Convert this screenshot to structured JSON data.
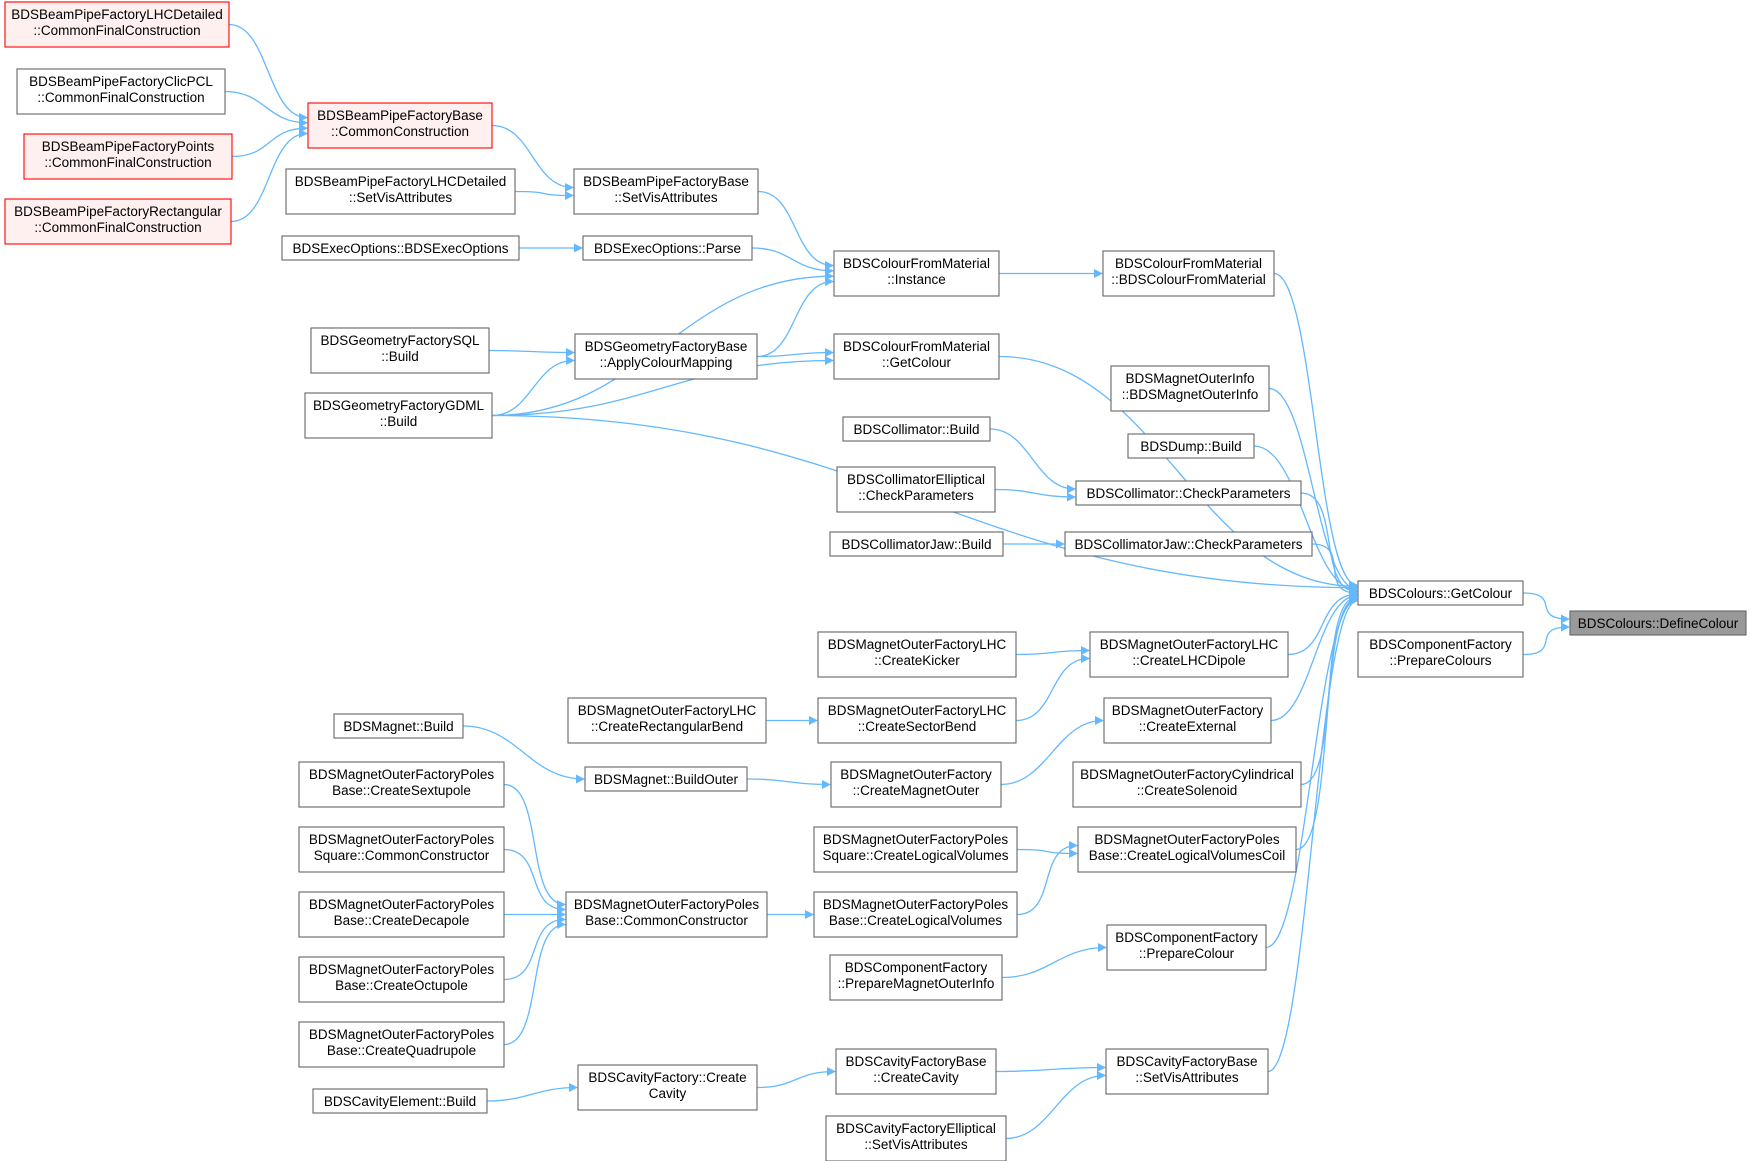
{
  "colors": {
    "edge": "#63b8ff",
    "node_border": "#666666",
    "red_border": "#ff0000",
    "red_fill": "#fff0f0",
    "root_fill": "#999999"
  },
  "nodes": [
    {
      "id": "n1",
      "lines": [
        "BDSBeamPipeFactoryLHCDetailed",
        "::CommonFinalConstruction"
      ],
      "style": "red"
    },
    {
      "id": "n2",
      "lines": [
        "BDSBeamPipeFactoryClicPCL",
        "::CommonFinalConstruction"
      ],
      "style": "normal"
    },
    {
      "id": "n3",
      "lines": [
        "BDSBeamPipeFactoryPoints",
        "::CommonFinalConstruction"
      ],
      "style": "red"
    },
    {
      "id": "n4",
      "lines": [
        "BDSBeamPipeFactoryRectangular",
        "::CommonFinalConstruction"
      ],
      "style": "red"
    },
    {
      "id": "n5",
      "lines": [
        "BDSBeamPipeFactoryBase",
        "::CommonConstruction"
      ],
      "style": "red"
    },
    {
      "id": "n6",
      "lines": [
        "BDSBeamPipeFactoryLHCDetailed",
        "::SetVisAttributes"
      ],
      "style": "normal"
    },
    {
      "id": "n7",
      "lines": [
        "BDSBeamPipeFactoryBase",
        "::SetVisAttributes"
      ],
      "style": "normal"
    },
    {
      "id": "n8",
      "lines": [
        "BDSExecOptions::BDSExecOptions"
      ],
      "style": "normal"
    },
    {
      "id": "n9",
      "lines": [
        "BDSExecOptions::Parse"
      ],
      "style": "normal"
    },
    {
      "id": "n10",
      "lines": [
        "BDSColourFromMaterial",
        "::Instance"
      ],
      "style": "normal"
    },
    {
      "id": "n11",
      "lines": [
        "BDSColourFromMaterial",
        "::BDSColourFromMaterial"
      ],
      "style": "normal"
    },
    {
      "id": "n12",
      "lines": [
        "BDSGeometryFactorySQL",
        "::Build"
      ],
      "style": "normal"
    },
    {
      "id": "n13",
      "lines": [
        "BDSGeometryFactoryBase",
        "::ApplyColourMapping"
      ],
      "style": "normal"
    },
    {
      "id": "n14",
      "lines": [
        "BDSColourFromMaterial",
        "::GetColour"
      ],
      "style": "normal"
    },
    {
      "id": "n15",
      "lines": [
        "BDSGeometryFactoryGDML",
        "::Build"
      ],
      "style": "normal"
    },
    {
      "id": "n16",
      "lines": [
        "BDSMagnetOuterInfo",
        "::BDSMagnetOuterInfo"
      ],
      "style": "normal"
    },
    {
      "id": "n17",
      "lines": [
        "BDSCollimator::Build"
      ],
      "style": "normal"
    },
    {
      "id": "n18",
      "lines": [
        "BDSDump::Build"
      ],
      "style": "normal"
    },
    {
      "id": "n19",
      "lines": [
        "BDSCollimatorElliptical",
        "::CheckParameters"
      ],
      "style": "normal"
    },
    {
      "id": "n20",
      "lines": [
        "BDSCollimator::CheckParameters"
      ],
      "style": "normal"
    },
    {
      "id": "n21",
      "lines": [
        "BDSCollimatorJaw::Build"
      ],
      "style": "normal"
    },
    {
      "id": "n22",
      "lines": [
        "BDSCollimatorJaw::CheckParameters"
      ],
      "style": "normal"
    },
    {
      "id": "n23",
      "lines": [
        "BDSColours::GetColour"
      ],
      "style": "normal"
    },
    {
      "id": "n24",
      "lines": [
        "BDSColours::DefineColour"
      ],
      "style": "root"
    },
    {
      "id": "n25",
      "lines": [
        "BDSComponentFactory",
        "::PrepareColours"
      ],
      "style": "normal"
    },
    {
      "id": "n26",
      "lines": [
        "BDSMagnetOuterFactoryLHC",
        "::CreateKicker"
      ],
      "style": "normal"
    },
    {
      "id": "n27",
      "lines": [
        "BDSMagnetOuterFactoryLHC",
        "::CreateLHCDipole"
      ],
      "style": "normal"
    },
    {
      "id": "n28",
      "lines": [
        "BDSMagnetOuterFactoryLHC",
        "::CreateRectangularBend"
      ],
      "style": "normal"
    },
    {
      "id": "n29",
      "lines": [
        "BDSMagnetOuterFactoryLHC",
        "::CreateSectorBend"
      ],
      "style": "normal"
    },
    {
      "id": "n30",
      "lines": [
        "BDSMagnetOuterFactory",
        "::CreateExternal"
      ],
      "style": "normal"
    },
    {
      "id": "n31",
      "lines": [
        "BDSMagnet::Build"
      ],
      "style": "normal"
    },
    {
      "id": "n32",
      "lines": [
        "BDSMagnetOuterFactoryPoles",
        "Base::CreateSextupole"
      ],
      "style": "normal"
    },
    {
      "id": "n33",
      "lines": [
        "BDSMagnet::BuildOuter"
      ],
      "style": "normal"
    },
    {
      "id": "n34",
      "lines": [
        "BDSMagnetOuterFactory",
        "::CreateMagnetOuter"
      ],
      "style": "normal"
    },
    {
      "id": "n35",
      "lines": [
        "BDSMagnetOuterFactoryCylindrical",
        "::CreateSolenoid"
      ],
      "style": "normal"
    },
    {
      "id": "n36",
      "lines": [
        "BDSMagnetOuterFactoryPoles",
        "Square::CommonConstructor"
      ],
      "style": "normal"
    },
    {
      "id": "n37",
      "lines": [
        "BDSMagnetOuterFactoryPoles",
        "Square::CreateLogicalVolumes"
      ],
      "style": "normal"
    },
    {
      "id": "n38",
      "lines": [
        "BDSMagnetOuterFactoryPoles",
        "Base::CreateLogicalVolumesCoil"
      ],
      "style": "normal"
    },
    {
      "id": "n39",
      "lines": [
        "BDSMagnetOuterFactoryPoles",
        "Base::CreateDecapole"
      ],
      "style": "normal"
    },
    {
      "id": "n40",
      "lines": [
        "BDSMagnetOuterFactoryPoles",
        "Base::CommonConstructor"
      ],
      "style": "normal"
    },
    {
      "id": "n41",
      "lines": [
        "BDSMagnetOuterFactoryPoles",
        "Base::CreateLogicalVolumes"
      ],
      "style": "normal"
    },
    {
      "id": "n42",
      "lines": [
        "BDSComponentFactory",
        "::PrepareColour"
      ],
      "style": "normal"
    },
    {
      "id": "n43",
      "lines": [
        "BDSComponentFactory",
        "::PrepareMagnetOuterInfo"
      ],
      "style": "normal"
    },
    {
      "id": "n44",
      "lines": [
        "BDSMagnetOuterFactoryPoles",
        "Base::CreateOctupole"
      ],
      "style": "normal"
    },
    {
      "id": "n45",
      "lines": [
        "BDSMagnetOuterFactoryPoles",
        "Base::CreateQuadrupole"
      ],
      "style": "normal"
    },
    {
      "id": "n46",
      "lines": [
        "BDSCavityFactory::Create",
        "Cavity"
      ],
      "style": "normal"
    },
    {
      "id": "n47",
      "lines": [
        "BDSCavityFactoryBase",
        "::CreateCavity"
      ],
      "style": "normal"
    },
    {
      "id": "n48",
      "lines": [
        "BDSCavityFactoryBase",
        "::SetVisAttributes"
      ],
      "style": "normal"
    },
    {
      "id": "n49",
      "lines": [
        "BDSCavityElement::Build"
      ],
      "style": "normal"
    },
    {
      "id": "n50",
      "lines": [
        "BDSCavityFactoryElliptical",
        "::SetVisAttributes"
      ],
      "style": "normal"
    }
  ],
  "edges": [
    [
      "n1",
      "n5"
    ],
    [
      "n2",
      "n5"
    ],
    [
      "n3",
      "n5"
    ],
    [
      "n4",
      "n5"
    ],
    [
      "n5",
      "n7"
    ],
    [
      "n6",
      "n7"
    ],
    [
      "n7",
      "n10"
    ],
    [
      "n8",
      "n9"
    ],
    [
      "n9",
      "n10"
    ],
    [
      "n15",
      "n10"
    ],
    [
      "n13",
      "n10"
    ],
    [
      "n10",
      "n11"
    ],
    [
      "n11",
      "n23"
    ],
    [
      "n12",
      "n13"
    ],
    [
      "n15",
      "n13"
    ],
    [
      "n13",
      "n14"
    ],
    [
      "n15",
      "n14"
    ],
    [
      "n14",
      "n23"
    ],
    [
      "n15",
      "n23"
    ],
    [
      "n16",
      "n23"
    ],
    [
      "n18",
      "n23"
    ],
    [
      "n17",
      "n20"
    ],
    [
      "n19",
      "n20"
    ],
    [
      "n20",
      "n23"
    ],
    [
      "n21",
      "n22"
    ],
    [
      "n22",
      "n23"
    ],
    [
      "n23",
      "n24"
    ],
    [
      "n25",
      "n24"
    ],
    [
      "n26",
      "n27"
    ],
    [
      "n27",
      "n23"
    ],
    [
      "n28",
      "n29"
    ],
    [
      "n29",
      "n27"
    ],
    [
      "n30",
      "n23"
    ],
    [
      "n31",
      "n33"
    ],
    [
      "n33",
      "n34"
    ],
    [
      "n34",
      "n30"
    ],
    [
      "n35",
      "n23"
    ],
    [
      "n32",
      "n40"
    ],
    [
      "n36",
      "n40"
    ],
    [
      "n39",
      "n40"
    ],
    [
      "n44",
      "n40"
    ],
    [
      "n45",
      "n40"
    ],
    [
      "n40",
      "n41"
    ],
    [
      "n41",
      "n38"
    ],
    [
      "n37",
      "n38"
    ],
    [
      "n38",
      "n23"
    ],
    [
      "n43",
      "n42"
    ],
    [
      "n42",
      "n23"
    ],
    [
      "n49",
      "n46"
    ],
    [
      "n46",
      "n47"
    ],
    [
      "n47",
      "n48"
    ],
    [
      "n50",
      "n48"
    ],
    [
      "n48",
      "n23"
    ]
  ]
}
